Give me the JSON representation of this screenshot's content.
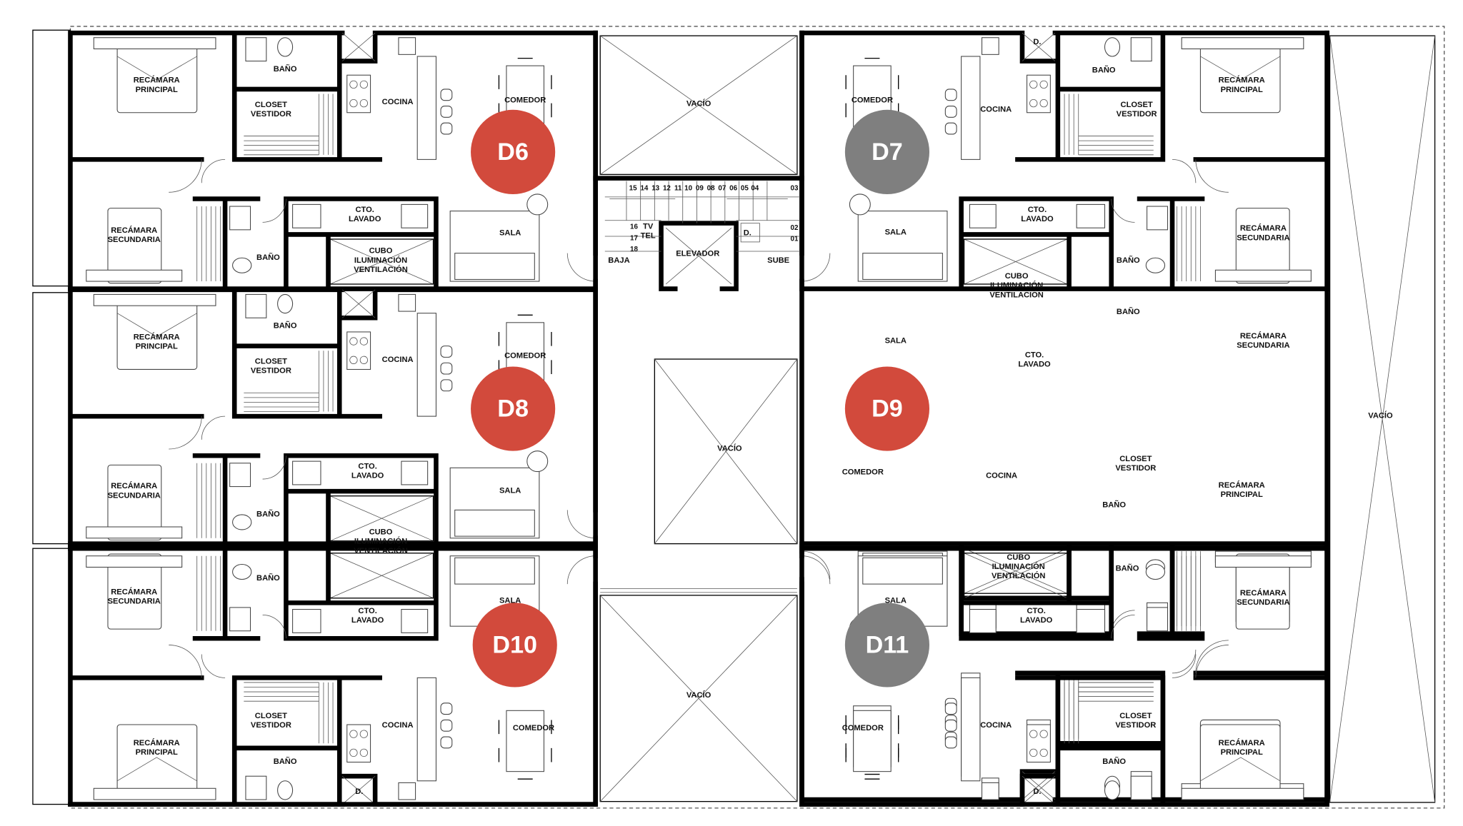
{
  "colors": {
    "sold": "#d24a3c",
    "available": "#7f7f7f"
  },
  "units": [
    {
      "id": "D6",
      "status": "sold"
    },
    {
      "id": "D7",
      "status": "available"
    },
    {
      "id": "D8",
      "status": "sold"
    },
    {
      "id": "D9",
      "status": "sold"
    },
    {
      "id": "D10",
      "status": "sold"
    },
    {
      "id": "D11",
      "status": "available"
    }
  ],
  "rooms": {
    "d6": [
      [
        "RECÁMARA",
        "PRINCIPAL"
      ],
      [
        "BAÑO"
      ],
      [
        "CLOSET",
        "VESTIDOR"
      ],
      [
        "COCINA"
      ],
      [
        "COMEDOR"
      ],
      [
        "RECÁMARA",
        "SECUNDARIA"
      ],
      [
        "CTO.",
        "LAVADO"
      ],
      [
        "BAÑO"
      ],
      [
        "CUBO",
        "ILUMINACIÓN",
        "VENTILACIÓN"
      ],
      [
        "SALA"
      ]
    ],
    "d8": [
      [
        "RECÁMARA",
        "PRINCIPAL"
      ],
      [
        "BAÑO"
      ],
      [
        "CLOSET",
        "VESTIDOR"
      ],
      [
        "COCINA"
      ],
      [
        "COMEDOR"
      ],
      [
        "RECÁMARA",
        "SECUNDARIA"
      ],
      [
        "CTO.",
        "LAVADO"
      ],
      [
        "BAÑO"
      ],
      [
        "CUBO",
        "ILUMINACIÓN",
        "VENTILACIÓN"
      ],
      [
        "SALA"
      ]
    ],
    "d10": [
      [
        "RECÁMARA",
        "SECUNDARIA"
      ],
      [
        "BAÑO"
      ],
      [
        "CTO.",
        "LAVADO"
      ],
      [
        "SALA"
      ],
      [
        "CLOSET",
        "VESTIDOR"
      ],
      [
        "COCINA"
      ],
      [
        "COMEDOR"
      ],
      [
        "RECÁMARA",
        "PRINCIPAL"
      ],
      [
        "BAÑO"
      ]
    ],
    "d7": [
      [
        "COMEDOR"
      ],
      [
        "COCINA"
      ],
      [
        "BAÑO"
      ],
      [
        "CLOSET",
        "VESTIDOR"
      ],
      [
        "RECÁMARA",
        "PRINCIPAL"
      ],
      [
        "SALA"
      ],
      [
        "CTO.",
        "LAVADO"
      ],
      [
        "BAÑO"
      ],
      [
        "RECÁMARA",
        "SECUNDARIA"
      ],
      [
        "CUBO",
        "ILUMINACIÓN",
        "VENTILACIÓN"
      ]
    ],
    "d9": [
      [
        "SALA"
      ],
      [
        "BAÑO"
      ],
      [
        "RECÁMARA",
        "SECUNDARIA"
      ],
      [
        "CTO.",
        "LAVADO"
      ],
      [
        "COMEDOR"
      ],
      [
        "COCINA"
      ],
      [
        "CLOSET",
        "VESTIDOR"
      ],
      [
        "RECÁMARA",
        "PRINCIPAL"
      ],
      [
        "BAÑO"
      ]
    ],
    "d11": [
      [
        "CUBO",
        "ILUMINACIÓN",
        "VENTILACIÓN"
      ],
      [
        "BAÑO"
      ],
      [
        "RECÁMARA",
        "SECUNDARIA"
      ],
      [
        "CTO.",
        "LAVADO"
      ],
      [
        "SALA"
      ],
      [
        "COMEDOR"
      ],
      [
        "COCINA"
      ],
      [
        "CLOSET",
        "VESTIDOR"
      ],
      [
        "RECÁMARA",
        "PRINCIPAL"
      ],
      [
        "BAÑO"
      ]
    ],
    "core": [
      [
        "VACÍO"
      ],
      [
        "ELEVADOR"
      ],
      [
        "BAJA"
      ],
      [
        "SUBE"
      ],
      [
        "VACÍO"
      ],
      [
        "VACÍO"
      ],
      [
        "VACÍO"
      ],
      [
        "TV",
        "TEL"
      ],
      [
        "D."
      ],
      [
        "D."
      ],
      [
        "D."
      ],
      [
        "D."
      ]
    ]
  },
  "stair_steps": [
    "15",
    "14",
    "13",
    "12",
    "11",
    "10",
    "09",
    "08",
    "07",
    "06",
    "05",
    "04",
    "03",
    "02",
    "01",
    "16",
    "17",
    "18"
  ]
}
